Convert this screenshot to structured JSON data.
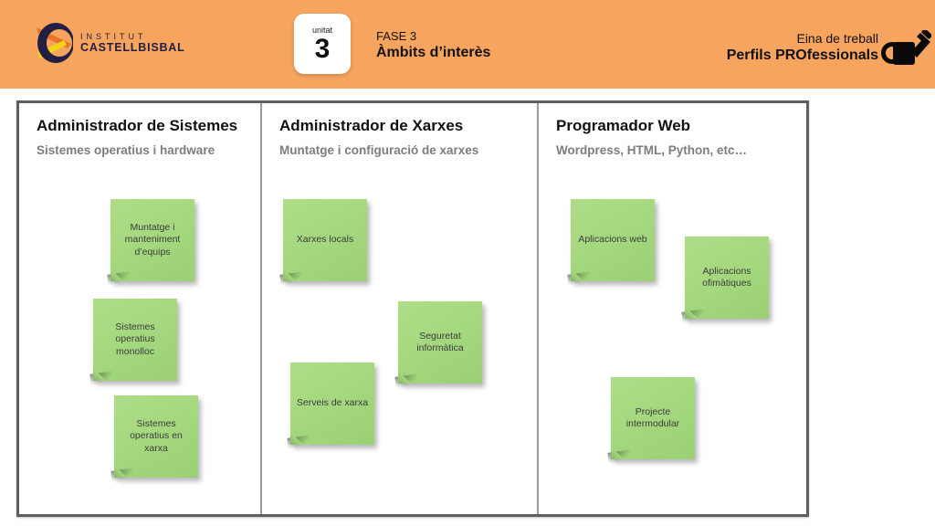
{
  "header": {
    "logo": {
      "line1": "INSTITUT",
      "line2": "CASTELLBISBAL"
    },
    "unit_badge": {
      "label": "unitat",
      "number": "3"
    },
    "phase": {
      "label": "FASE 3",
      "title": "Àmbits d’interès"
    },
    "tool": {
      "line1": "Eina de treball",
      "line2": "Perfils PROfessionals",
      "icon": "watering-can-icon"
    }
  },
  "board": {
    "columns": [
      {
        "title": "Administrador de Sistemes",
        "subtitle": "Sistemes operatius i hardware",
        "notes": [
          {
            "text": "Muntatge i manteniment d’equips"
          },
          {
            "text": "Sistemes operatius monolloc"
          },
          {
            "text": "Sistemes operatius en xarxa"
          }
        ]
      },
      {
        "title": "Administrador de Xarxes",
        "subtitle": "Muntatge i configuració de xarxes",
        "notes": [
          {
            "text": "Xarxes locals"
          },
          {
            "text": "Seguretat informàtica"
          },
          {
            "text": "Serveis de xarxa"
          }
        ]
      },
      {
        "title": "Programador Web",
        "subtitle": "Wordpress, HTML, Python, etc…",
        "notes": [
          {
            "text": "Aplicacions web"
          },
          {
            "text": "Aplicacions ofimàtiques"
          },
          {
            "text": "Projecte intermodular"
          }
        ]
      }
    ]
  },
  "colors": {
    "header_bg": "#F6A45E",
    "note_green": "#A3D77D",
    "logo_dark": "#221E44",
    "board_border": "#5E5E5E"
  }
}
